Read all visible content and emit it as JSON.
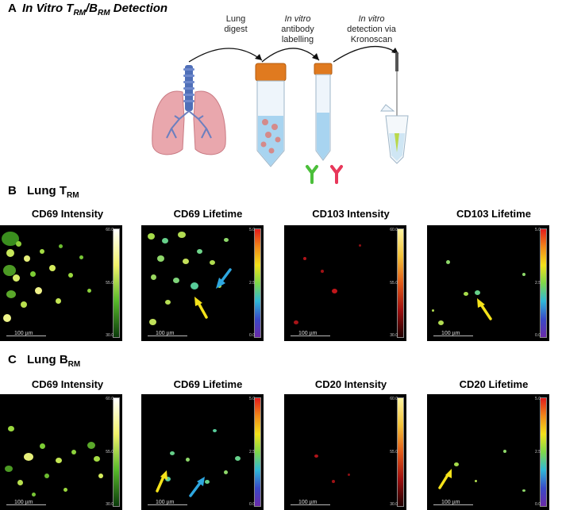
{
  "panel_a": {
    "letter": "A",
    "title_part1": "In Vitro T",
    "title_sub1": "RM",
    "title_part2": "/B",
    "title_sub2": "RM",
    "title_part3": " Detection",
    "steps": [
      {
        "line1": "Lung",
        "line2": "digest",
        "line3": ""
      },
      {
        "line1": "In vitro",
        "line2": "antibody",
        "line3": "labelling"
      },
      {
        "line1": "In vitro",
        "line2": "detection via",
        "line3": "Kronoscan"
      }
    ]
  },
  "panel_b": {
    "letter": "B",
    "title_main": "Lung T",
    "title_sub": "RM",
    "columns": [
      "CD69 Intensity",
      "CD69 Lifetime",
      "CD103 Intensity",
      "CD103 Lifetime"
    ]
  },
  "panel_c": {
    "letter": "C",
    "title_main": "Lung B",
    "title_sub": "RM",
    "columns": [
      "CD69 Intensity",
      "CD69 Lifetime",
      "CD20 Intensity",
      "CD20 Lifetime"
    ]
  },
  "scale_label": "100 µm",
  "intensity_scale": {
    "top": "60.0",
    "mid": "55.0",
    "bottom": "30.0"
  },
  "lifetime_scale": {
    "top": "5.0",
    "mid": "2.5",
    "bottom": "0.0"
  },
  "colors": {
    "green_signal": "#7fdc3a",
    "red_signal": "#c0161a",
    "yellow_arrow": "#f4e21a",
    "blue_arrow": "#2ea7e0",
    "antibody_green": "#4bbf3a",
    "antibody_pink": "#e8375a"
  }
}
